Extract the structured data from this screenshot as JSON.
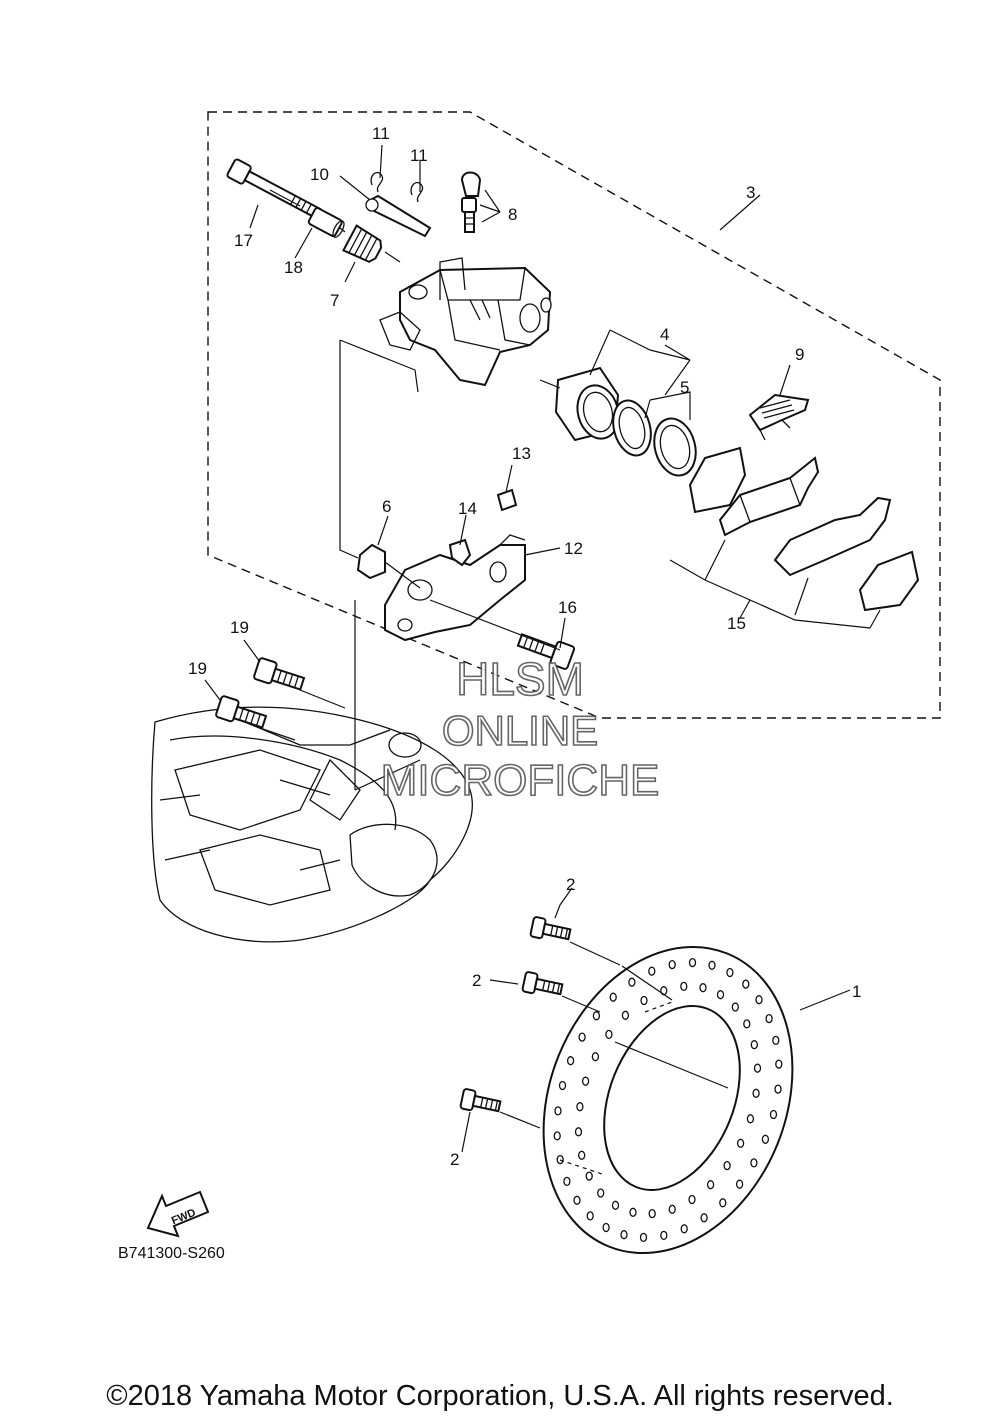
{
  "diagram": {
    "callouts": [
      "1",
      "2",
      "2",
      "2",
      "3",
      "4",
      "5",
      "6",
      "7",
      "8",
      "9",
      "10",
      "11",
      "11",
      "12",
      "13",
      "14",
      "15",
      "16",
      "17",
      "18",
      "19",
      "19"
    ],
    "fwd_label": "FWD",
    "watermark": [
      "HLSM",
      "ONLINE",
      "MICROFICHE"
    ]
  },
  "footer": {
    "diagram_code": "B741300-S260",
    "copyright": "©2018 Yamaha Motor Corporation, U.S.A. All rights reserved."
  }
}
